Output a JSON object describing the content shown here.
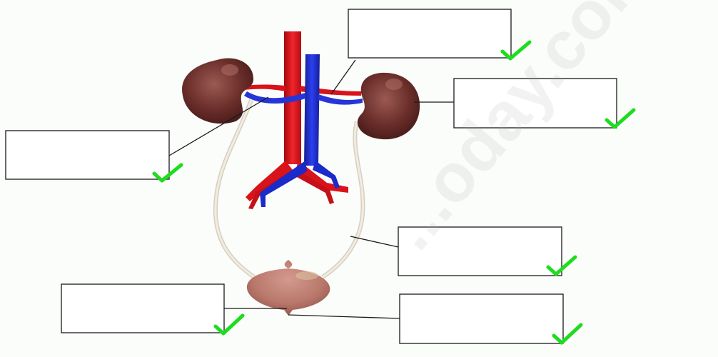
{
  "diagram": {
    "labels": [
      {
        "id": "label-box-renal-vein",
        "text": ""
      },
      {
        "id": "label-box-kidney",
        "text": ""
      },
      {
        "id": "label-box-renal-artery",
        "text": ""
      },
      {
        "id": "label-box-ureter",
        "text": ""
      },
      {
        "id": "label-box-bladder",
        "text": ""
      },
      {
        "id": "label-box-urethra",
        "text": ""
      }
    ],
    "watermark": "...oday.com",
    "colors": {
      "artery": "#e8141c",
      "vein": "#1e2fd6",
      "kidney": "#6b2e2a",
      "ureter": "#e2dccf",
      "bladder": "#b9786c",
      "check": "#1edc1e"
    }
  }
}
